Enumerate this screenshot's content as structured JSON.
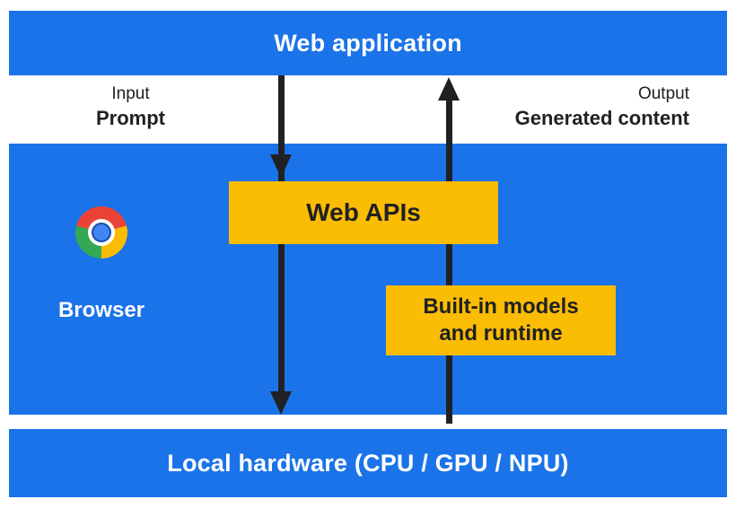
{
  "colors": {
    "blue": "#1a73e8",
    "yellow": "#fbbc04",
    "dark": "#202124",
    "white": "#ffffff",
    "chrome_red": "#ea4335",
    "chrome_yellow": "#fbbc04",
    "chrome_green": "#34a853",
    "chrome_blue": "#4285f4"
  },
  "top_bar": {
    "label": "Web application"
  },
  "flow": {
    "input": {
      "caption": "Input",
      "label": "Prompt"
    },
    "output": {
      "caption": "Output",
      "label": "Generated content"
    }
  },
  "browser": {
    "label": "Browser",
    "web_apis_label": "Web APIs",
    "builtin_label": "Built-in models and runtime",
    "logo": "chrome-logo"
  },
  "bottom_bar": {
    "label": "Local hardware (CPU / GPU / NPU)"
  }
}
